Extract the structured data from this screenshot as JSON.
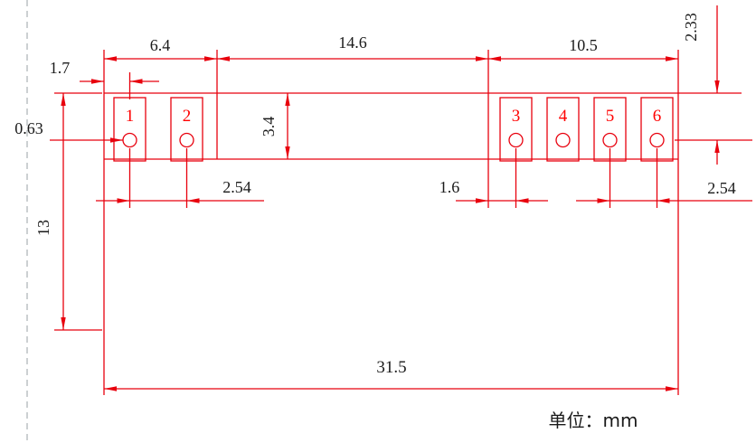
{
  "drawing": {
    "unit_label": "单位：mm",
    "pad_numbers": [
      "1",
      "2",
      "3",
      "4",
      "5",
      "6"
    ],
    "dims": {
      "top_segments": [
        "6.4",
        "14.6",
        "10.5"
      ],
      "edge_to_hole_left": "1.7",
      "hole_offset": "0.63",
      "slot_height": "3.4",
      "body_height": "13",
      "pitch_left": "2.54",
      "edge_to_hole_right": "1.6",
      "pitch_right": "2.54",
      "pad_top_to_hole": "2.33",
      "overall_width": "31.5"
    },
    "colors": {
      "line": "#e8000d",
      "pad_number": "#ff0000",
      "text": "#1a1a1a"
    }
  }
}
